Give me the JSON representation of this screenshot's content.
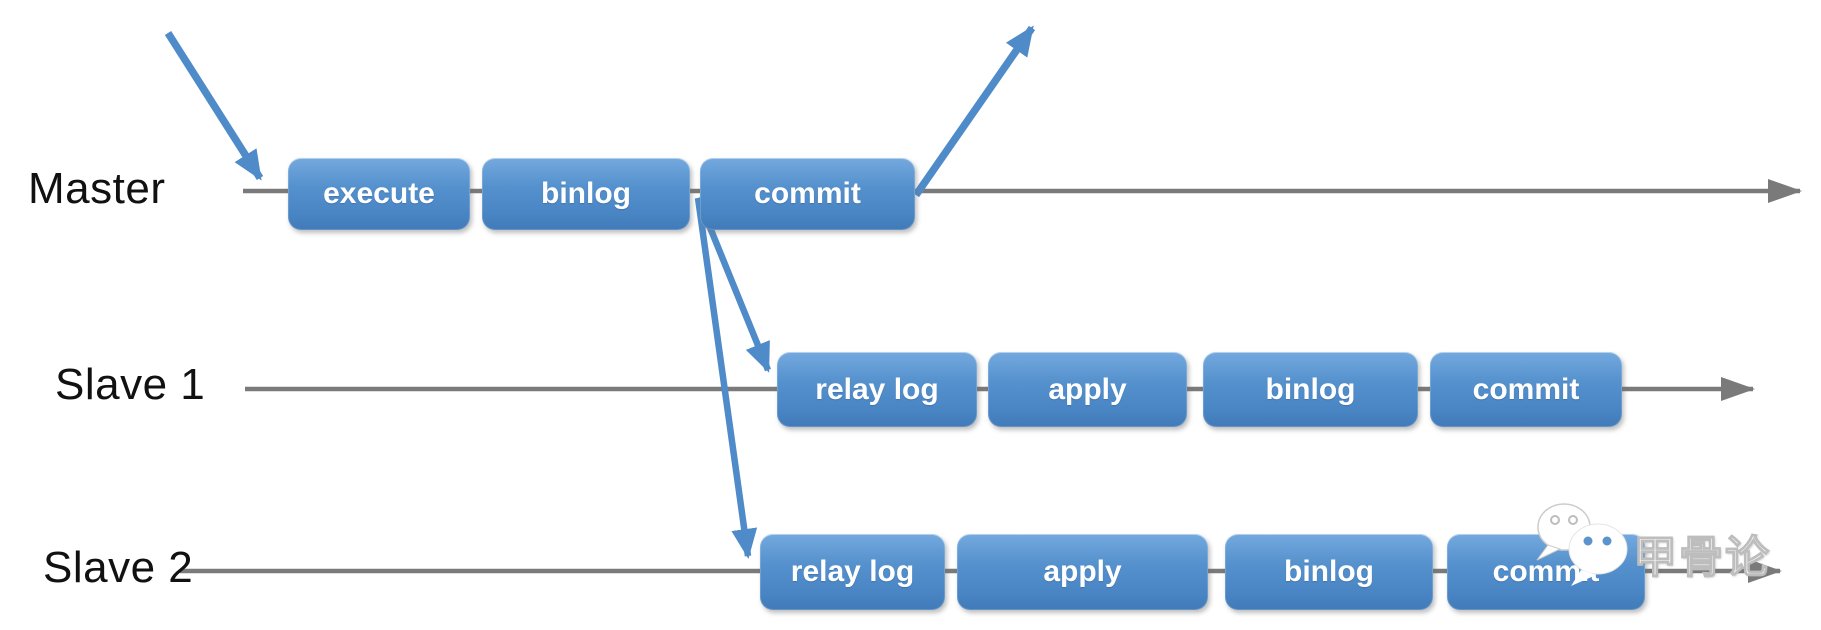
{
  "rows": [
    {
      "label": "Master",
      "boxes": [
        "execute",
        "binlog",
        "commit"
      ]
    },
    {
      "label": "Slave 1",
      "boxes": [
        "relay log",
        "apply",
        "binlog",
        "commit"
      ]
    },
    {
      "label": "Slave 2",
      "boxes": [
        "relay log",
        "apply",
        "binlog",
        "commit"
      ]
    }
  ],
  "watermark": {
    "text": "甲骨论",
    "icon": "wechat-chat-bubbles-icon"
  },
  "colors": {
    "box_gradient_top": "#74a9de",
    "box_gradient_bottom": "#417ab8",
    "arrow_blue": "#4e8bc8",
    "timeline_gray": "#7a7a7a",
    "label_text": "#111111",
    "box_text": "#ffffff"
  }
}
